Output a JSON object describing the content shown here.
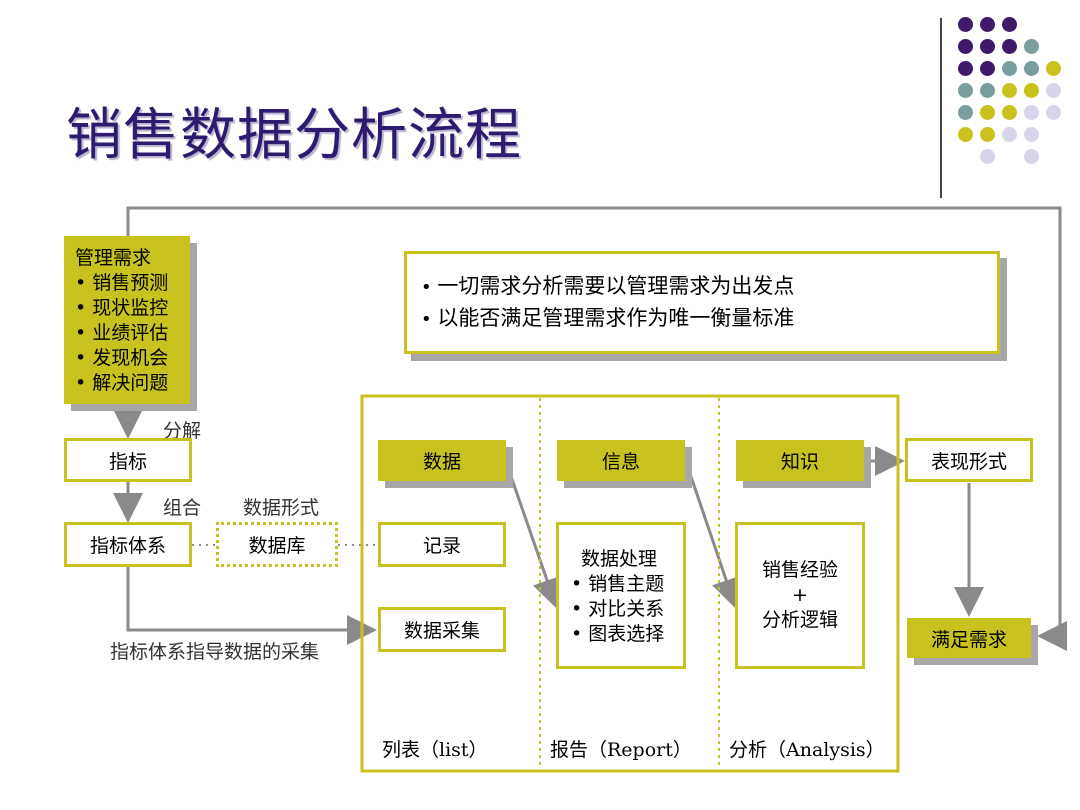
{
  "title": "销售数据分析流程",
  "colors": {
    "olive": "#c9c21e",
    "purple": "#3f1a6b",
    "teal": "#7a9e9e",
    "lavender": "#d7d5ea",
    "shadow": "#a7a7a7",
    "title": "#2e1a6e"
  },
  "management": {
    "heading": "管理需求",
    "items": [
      "销售预测",
      "现状监控",
      "业绩评估",
      "发现机会",
      "解决问题"
    ]
  },
  "principles": [
    "一切需求分析需要以管理需求为出发点",
    "以能否满足管理需求作为唯一衡量标准"
  ],
  "labels": {
    "decompose": "分解",
    "combine": "组合",
    "data_form": "数据形式",
    "guide": "指标体系指导数据的采集"
  },
  "boxes": {
    "indicator": "指标",
    "indicator_system": "指标体系",
    "database": "数据库",
    "data": "数据",
    "record": "记录",
    "collect": "数据采集",
    "info": "信息",
    "knowledge": "知识",
    "presentation": "表现形式",
    "satisfy": "满足需求"
  },
  "processing": {
    "heading": "数据处理",
    "items": [
      "销售主题",
      "对比关系",
      "图表选择"
    ]
  },
  "analysis_box": {
    "line1": "销售经验",
    "line2": "+",
    "line3": "分析逻辑"
  },
  "columns": [
    "列表（list）",
    "报告（Report）",
    "分析（Analysis）"
  ]
}
